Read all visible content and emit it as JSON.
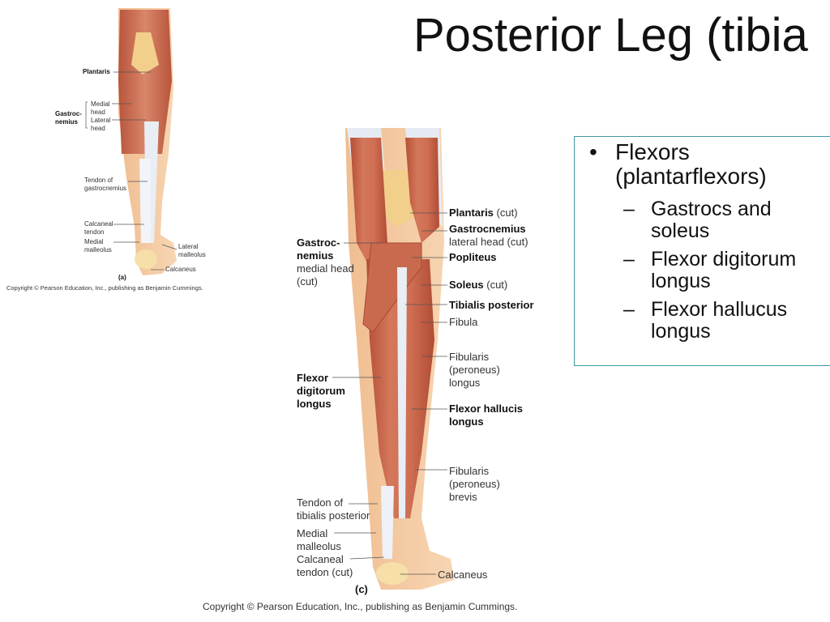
{
  "slide": {
    "title": "Posterior Leg (tibia",
    "bullet": {
      "marker": "•",
      "text": "Flexors (plantarflexors)",
      "subitems": [
        {
          "marker": "–",
          "text": "Gastrocs and soleus"
        },
        {
          "marker": "–",
          "text": "Flexor digitorum longus"
        },
        {
          "marker": "–",
          "text": "Flexor hallucus longus"
        }
      ]
    }
  },
  "figure_a": {
    "labels": {
      "plantaris": "Plantaris",
      "gastrocnemius": "Gastroc-\nnemius",
      "medial_head": "Medial\nhead",
      "lateral_head": "Lateral\nhead",
      "tendon_gastro": "Tendon of\ngastrocnemius",
      "calcaneal_tendon": "Calcaneal\ntendon",
      "medial_malleolus": "Medial\nmalleolus",
      "lateral_malleolus": "Lateral\nmalleolus",
      "calcaneus": "Calcaneus",
      "panel": "(a)"
    },
    "copyright": "Copyright © Pearson Education, Inc., publishing as Benjamin Cummings."
  },
  "figure_c": {
    "labels": {
      "plantaris_bold": "Plantaris",
      "plantaris_rest": " (cut)",
      "gastrocnemius_bold": "Gastrocnemius",
      "gastrocnemius_rest": "lateral head (cut)",
      "popliteus": "Popliteus",
      "soleus_bold": "Soleus",
      "soleus_rest": " (cut)",
      "tibialis_posterior": "Tibialis posterior",
      "fibula": "Fibula",
      "fibularis_longus": "Fibularis\n(peroneus)\nlongus",
      "flexor_hallucis": "Flexor hallucis\nlongus",
      "fibularis_brevis": "Fibularis\n(peroneus)\nbrevis",
      "calcaneus": "Calcaneus",
      "gastro_medial_bold": "Gastroc-\nnemius",
      "gastro_medial_rest": "medial head\n(cut)",
      "flexor_digitorum": "Flexor\ndigitorum\nlongus",
      "tendon_tibialis": "Tendon of\ntibialis posterior",
      "medial_malleolus": "Medial\nmalleolus",
      "calcaneal_tendon": "Calcaneal\ntendon (cut)",
      "panel": "(c)"
    },
    "copyright": "Copyright © Pearson Education, Inc., publishing as Benjamin Cummings."
  },
  "colors": {
    "muscle": "#c8644a",
    "muscle_light": "#e09a7a",
    "tendon": "#e8eef6",
    "skin": "#f4c9a0",
    "bone": "#f5dca0",
    "box_border": "#3f9aa0"
  }
}
